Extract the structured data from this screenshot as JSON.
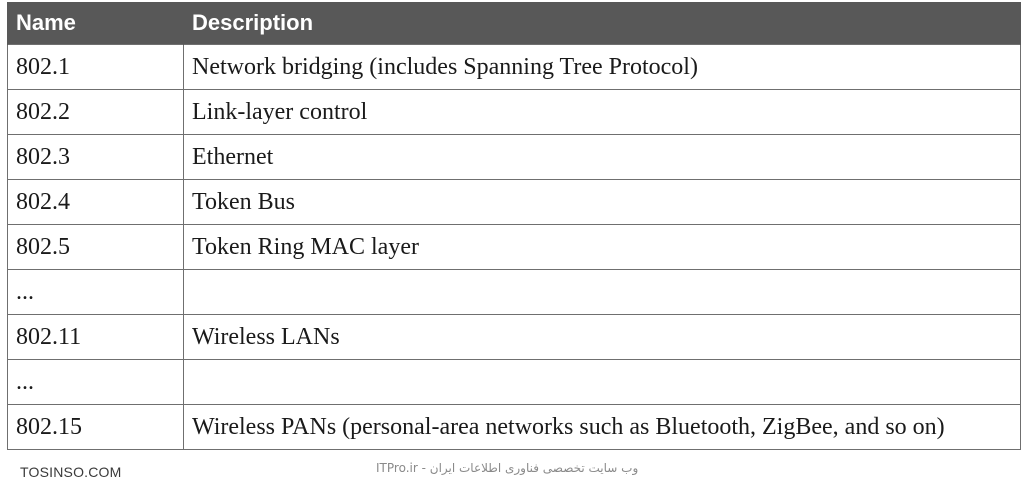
{
  "table": {
    "headers": [
      "Name",
      "Description"
    ],
    "rows": [
      [
        "802.1",
        "Network bridging (includes Spanning Tree Protocol)"
      ],
      [
        "802.2",
        "Link-layer control"
      ],
      [
        "802.3",
        "Ethernet"
      ],
      [
        "802.4",
        "Token Bus"
      ],
      [
        "802.5",
        "Token Ring MAC layer"
      ],
      [
        "...",
        ""
      ],
      [
        "802.11",
        "Wireless LANs"
      ],
      [
        "...",
        ""
      ],
      [
        "802.15",
        "Wireless PANs (personal-area networks such as Bluetooth, ZigBee, and so on)"
      ]
    ]
  },
  "watermarks": {
    "left": "TOSINSO.COM",
    "center": "ITPro.ir - وب سایت تخصصی فناوری اطلاعات ایران"
  }
}
